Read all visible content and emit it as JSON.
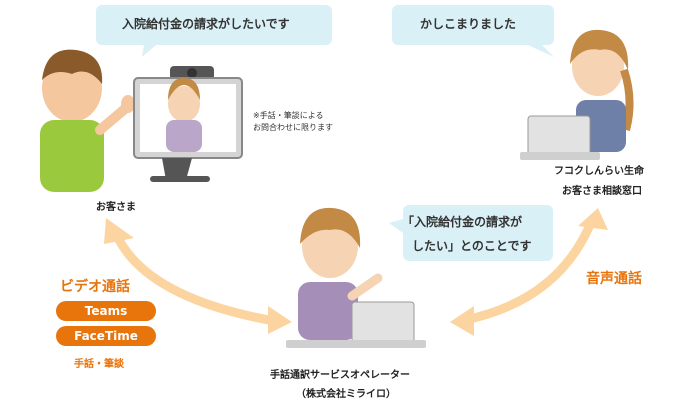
{
  "bubbles": {
    "customer": "入院給付金の請求がしたいです",
    "company": "かしこまりました",
    "operator_line1": "「入院給付金の請求が",
    "operator_line2": "したい」とのことです"
  },
  "labels": {
    "customer": "お客さま",
    "company_line1": "フコクしんらい生命",
    "company_line2": "お客さま相談窓口",
    "operator_line1": "手話通訳サービスオペレーター",
    "operator_line2": "（株式会社ミライロ）"
  },
  "note": {
    "line1": "※手話・筆談による",
    "line2": "お問合わせに限ります"
  },
  "video_call": {
    "title": "ビデオ通話",
    "options": [
      "Teams",
      "FaceTime"
    ],
    "footer": "手話・筆談"
  },
  "voice_call": {
    "title": "音声通話"
  },
  "colors": {
    "accent": "#e8740c",
    "bubble": "#d9f0f6",
    "arrow": "#fbd4a0"
  }
}
